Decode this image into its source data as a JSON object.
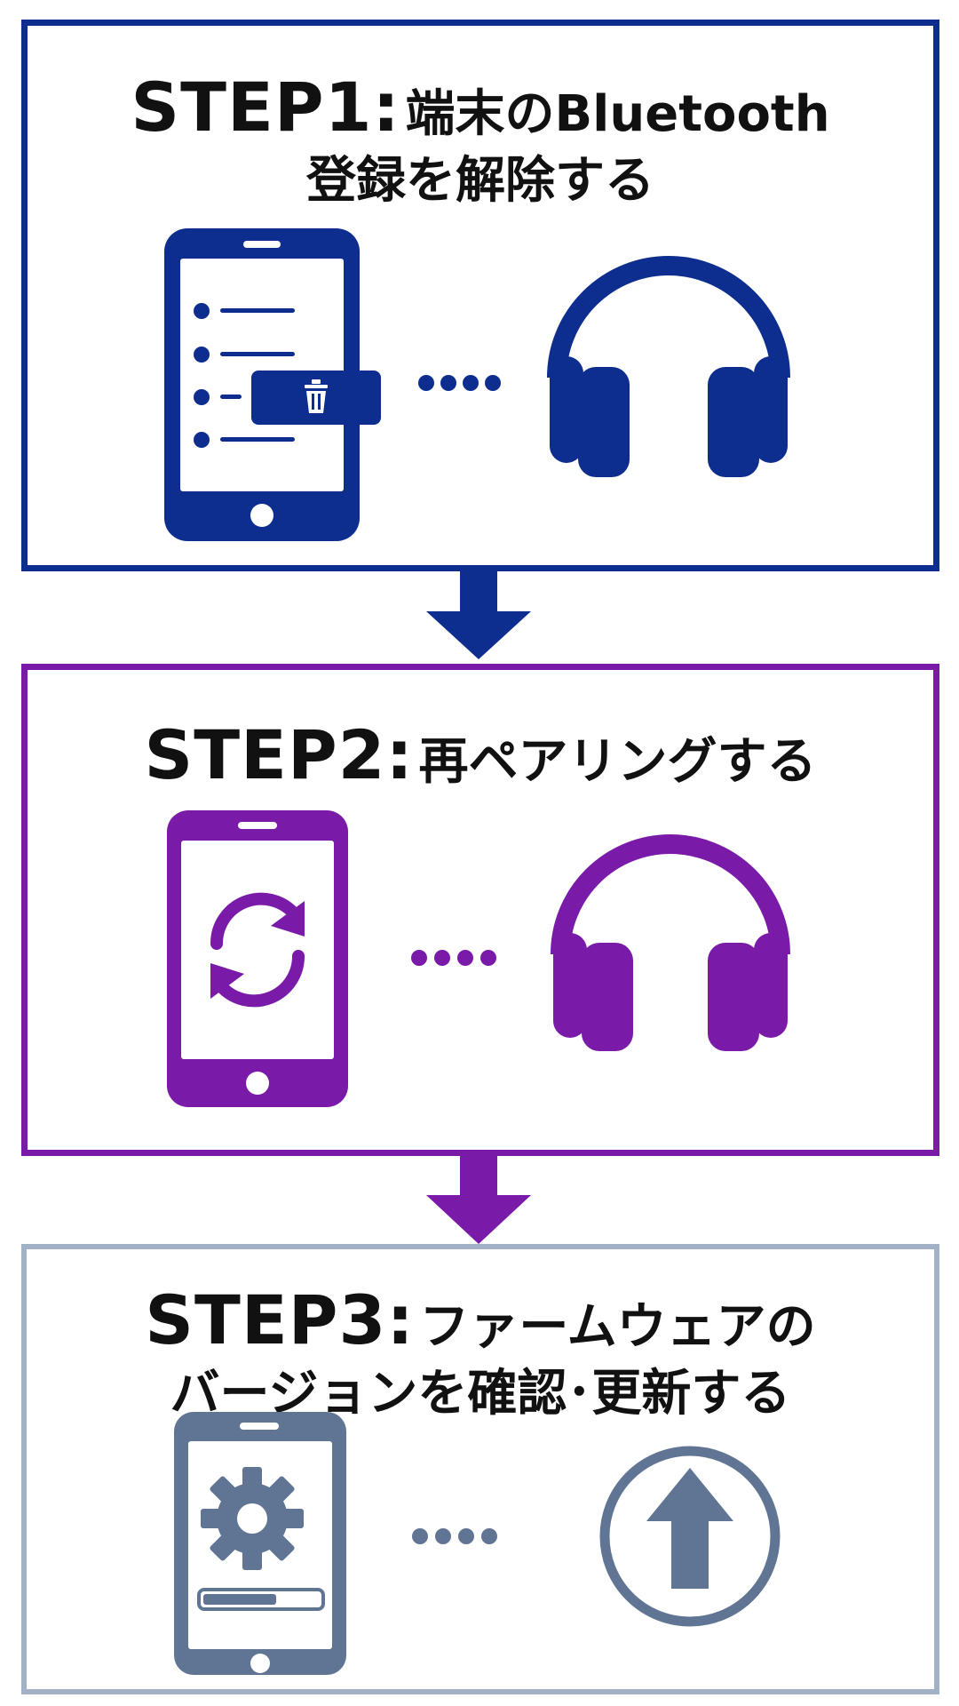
{
  "colors": {
    "step1": "#0d2e8e",
    "step2": "#7a1aa8",
    "step3": "#607493",
    "step3_border": "#a3b1c6"
  },
  "steps": [
    {
      "label": "STEP1",
      "separator": ":",
      "title_line1": "端末のBluetooth",
      "title_line2": "登録を解除する",
      "icons": [
        "smartphone-icon",
        "list-icon",
        "trash-icon",
        "dots-icon",
        "headphones-icon"
      ]
    },
    {
      "label": "STEP2",
      "separator": ":",
      "title_line1": "再ペアリングする",
      "icons": [
        "smartphone-icon",
        "sync-icon",
        "dots-icon",
        "headphones-icon"
      ]
    },
    {
      "label": "STEP3",
      "separator": ":",
      "title_line1": "ファームウェアの",
      "title_line2": "バージョンを確認･更新する",
      "icons": [
        "smartphone-icon",
        "gear-icon",
        "progress-bar-icon",
        "dots-icon",
        "upload-arrow-icon"
      ]
    }
  ],
  "arrows": [
    "down-arrow-icon",
    "down-arrow-icon"
  ]
}
